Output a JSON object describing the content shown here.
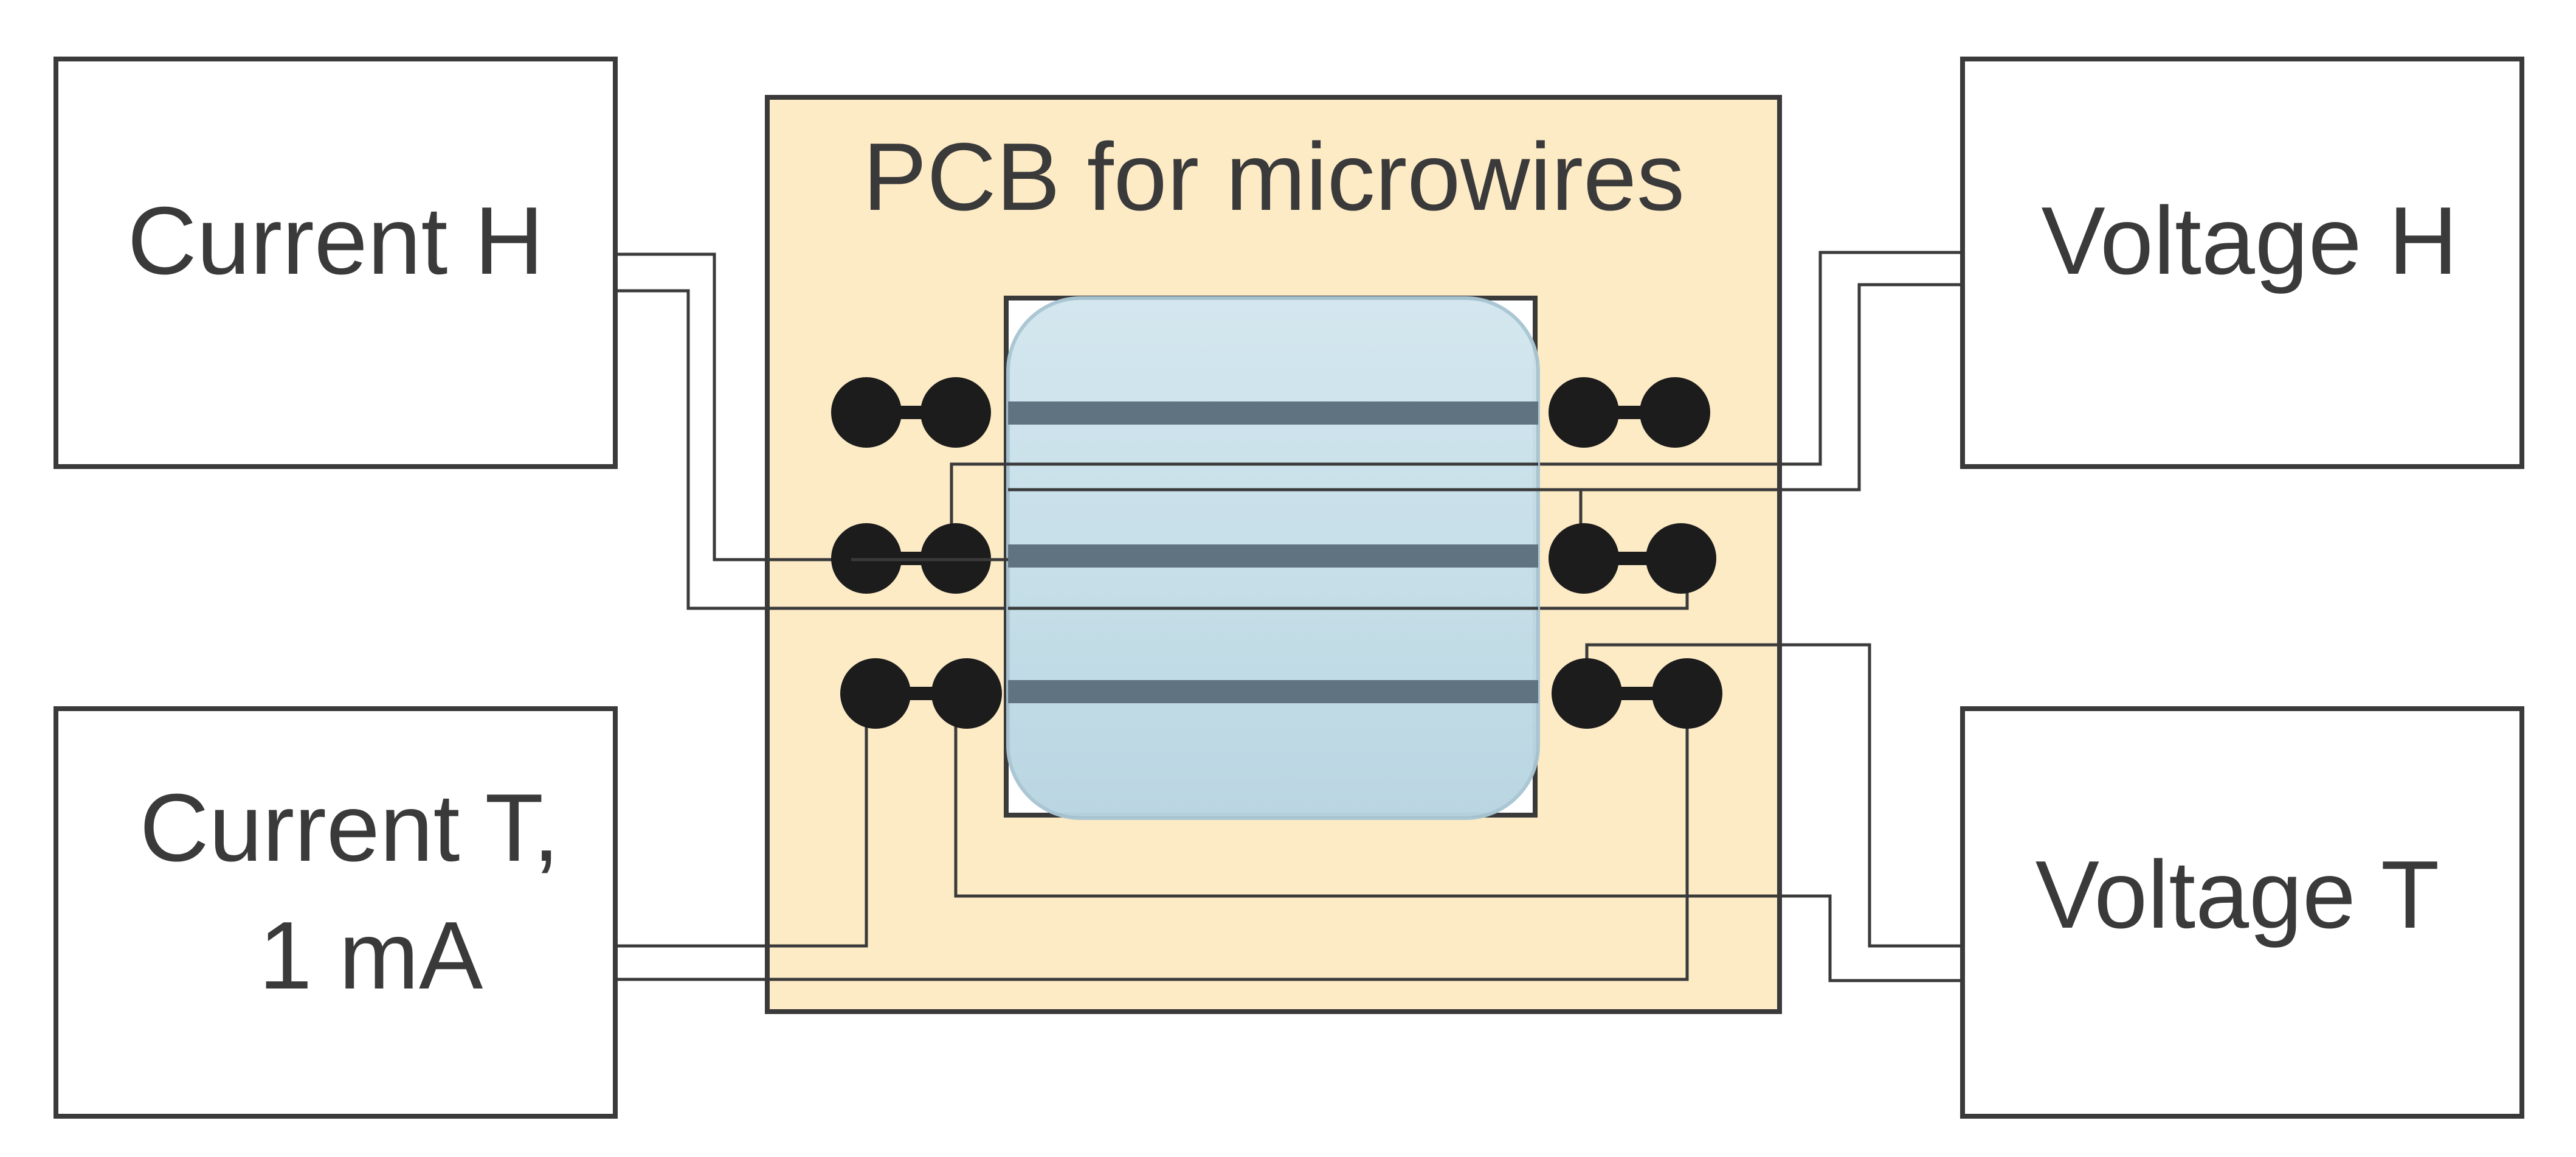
{
  "boxes": {
    "current_h": {
      "label": "Current H"
    },
    "current_t": {
      "line1": "Current T,",
      "line2": "1 mA"
    },
    "voltage_h": {
      "label": "Voltage H"
    },
    "voltage_t": {
      "label": "Voltage T"
    }
  },
  "pcb": {
    "title": "PCB for microwires"
  },
  "colors": {
    "pcb_fill": "#fdebc6",
    "sample_fill": "#c4dde8",
    "line": "#3a3a3a",
    "pad": "#1c1c1c"
  }
}
